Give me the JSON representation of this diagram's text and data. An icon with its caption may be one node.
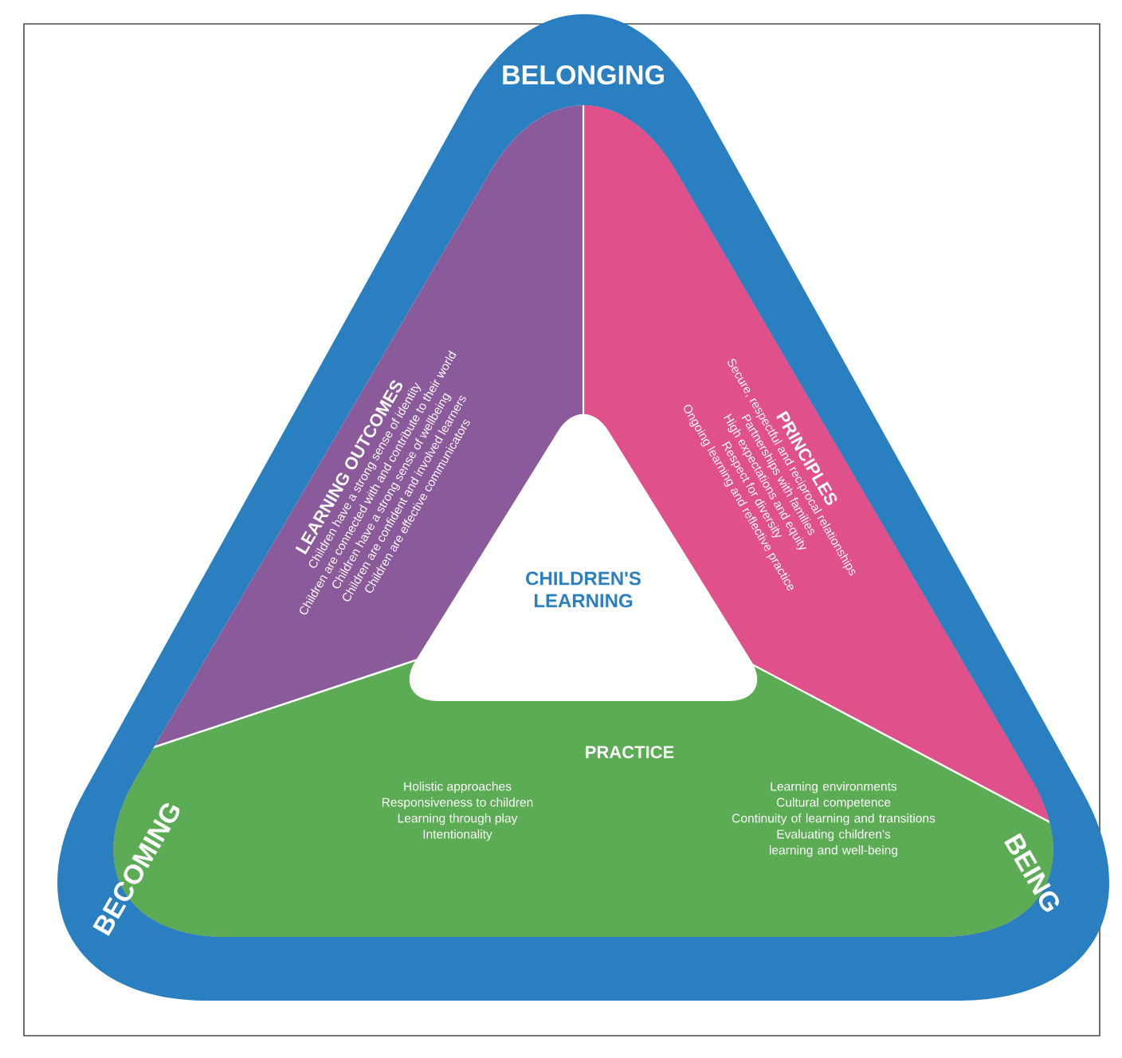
{
  "diagram": {
    "nodes": [
      {
        "text": [
          "BELONGING",
          "BEING",
          "BECOMING"
        ]
      },
      {
        "text": [
          "LEARNING OUTCOMES",
          "Children have a strong sense of identity",
          "Children are connected with and contribute to their world",
          "Children have a strong sense of wellbeing",
          "Children are confident and involved learners",
          "Children are effective communicators"
        ],
        "in": 0
      },
      {
        "text": [
          "PRINCIPLES",
          "Secure, respectful and reciprocal relationships",
          "Partnerships with families",
          "High expectations and equity",
          "Respect for diversity",
          "Ongoing learning and reflective practice"
        ],
        "in": 0
      },
      {
        "text": [
          "PRACTICE",
          "Holistic approaches",
          "Responsiveness to children",
          "Learning through play",
          "Intentionality",
          "Learning environments",
          "Cultural competence",
          "Continuity of learning and transitions",
          "Evaluating children's learning and well-being"
        ],
        "in": 0
      },
      {
        "text": [
          "CHILDREN'S LEARNING"
        ],
        "in": 0
      }
    ]
  }
}
